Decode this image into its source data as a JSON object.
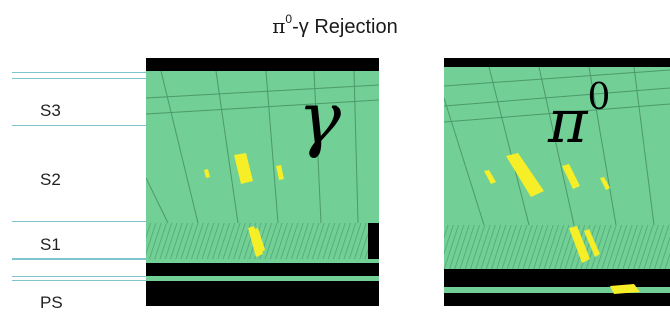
{
  "title": {
    "pi": "π",
    "sup": "0",
    "rest": "-γ Rejection"
  },
  "layers": [
    "S3",
    "S2",
    "S1",
    "PS"
  ],
  "panels": [
    {
      "symbol": "γ",
      "symbol_sup": ""
    },
    {
      "symbol": "π",
      "symbol_sup": "0"
    }
  ],
  "colors": {
    "active": "#72cf95",
    "deposit": "#f6ef27",
    "absorber": "#000000",
    "layer_line": "#7ec4cf"
  }
}
